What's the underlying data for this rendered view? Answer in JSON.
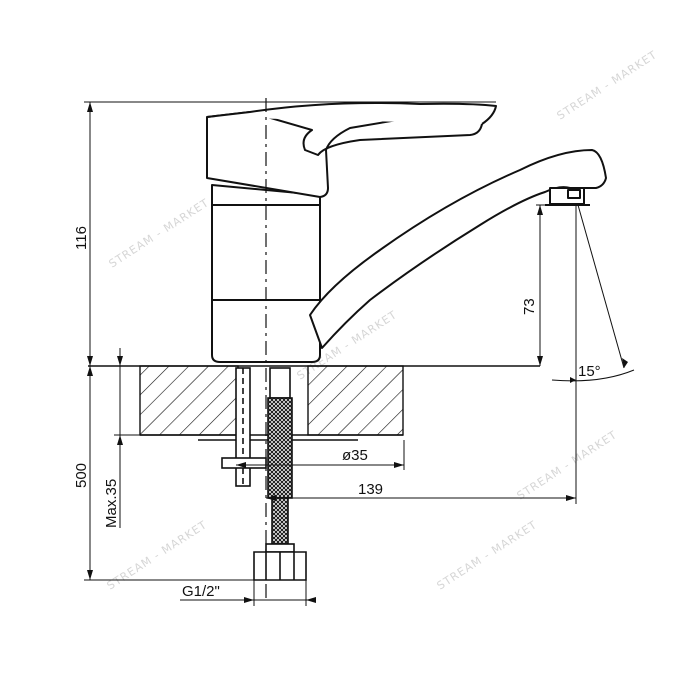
{
  "dimensions": {
    "height_total": "116",
    "spout_height": "73",
    "hose_length": "500",
    "max_thickness": "Max.35",
    "hole_diameter": "ø35",
    "spout_reach": "139",
    "connection_thread": "G1/2\"",
    "spout_angle": "15°"
  },
  "watermark": {
    "text": "STREAM - MARKET"
  },
  "colors": {
    "line": "#111111",
    "background": "#ffffff",
    "watermark": "#d6d6d6"
  }
}
